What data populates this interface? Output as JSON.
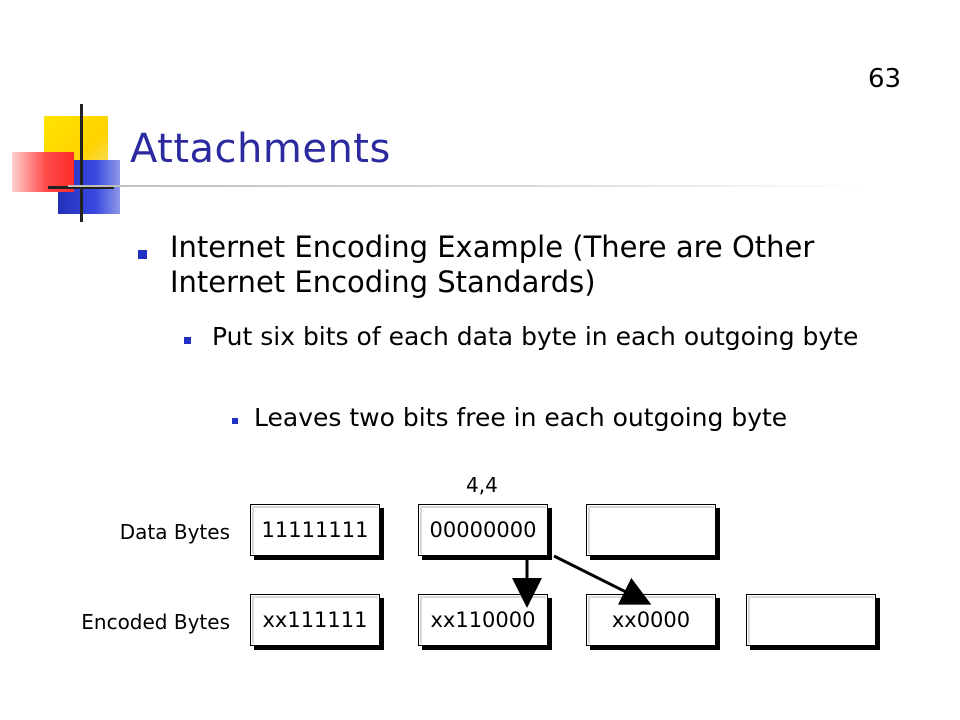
{
  "slide": {
    "number": "63",
    "title": "Attachments"
  },
  "bullets": [
    {
      "level": 1,
      "text": "Internet Encoding Example (There are Other Internet Encoding Standards)"
    },
    {
      "level": 2,
      "text": "Put six bits of each data byte in each outgoing byte"
    },
    {
      "level": 3,
      "text": "Leaves two bits free in each outgoing byte"
    }
  ],
  "diagram": {
    "annotation": "4,4",
    "rows": [
      {
        "label": "Data Bytes",
        "boxes": [
          "11111111",
          "00000000",
          ""
        ]
      },
      {
        "label": "Encoded Bytes",
        "boxes": [
          "xx111111",
          "xx110000",
          "xx0000",
          ""
        ]
      }
    ]
  },
  "colors": {
    "title": "#2b2b9f",
    "bullet": "#2030c0"
  }
}
